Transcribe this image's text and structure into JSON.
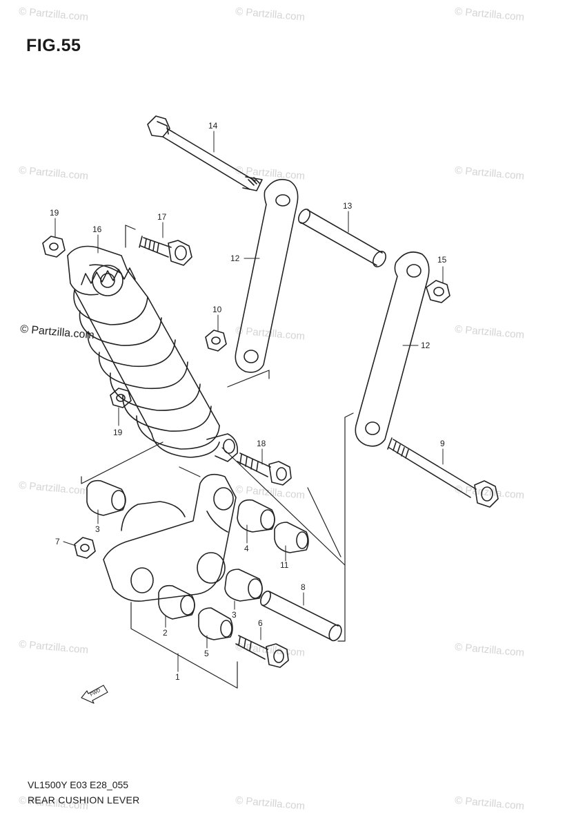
{
  "figure": {
    "title": "FIG.55",
    "code": "VL1500Y E03 E28_055",
    "name": "REAR CUSHION LEVER"
  },
  "watermark": {
    "text": "© Partzilla.com",
    "dark_text": "© Partzilla.com"
  },
  "callouts": [
    "14",
    "13",
    "12",
    "15",
    "19",
    "16",
    "17",
    "12",
    "10",
    "12",
    "19",
    "18",
    "9",
    "3",
    "7",
    "4",
    "11",
    "8",
    "3",
    "2",
    "5",
    "6",
    "1"
  ],
  "fwd_label": "FWD"
}
